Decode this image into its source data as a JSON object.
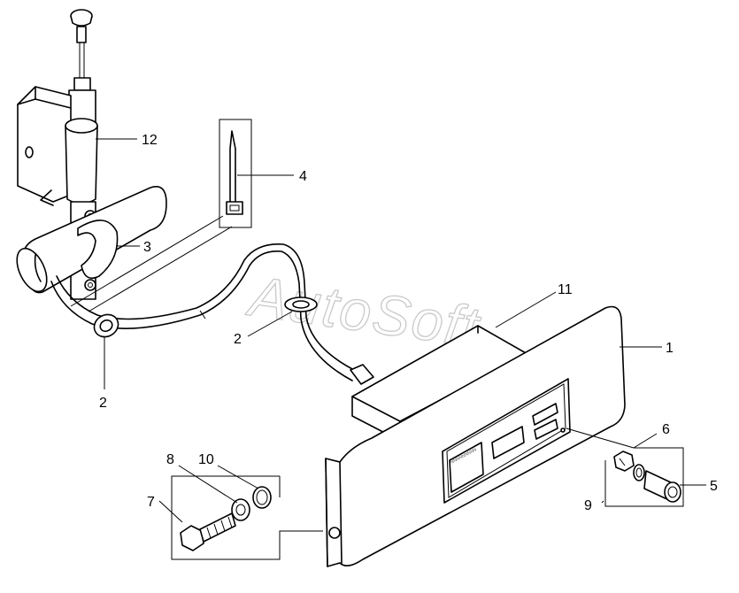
{
  "watermark": "AutoSoft",
  "callouts": [
    {
      "id": "1",
      "text": "1"
    },
    {
      "id": "2a",
      "text": "2"
    },
    {
      "id": "2b",
      "text": "2"
    },
    {
      "id": "3",
      "text": "3"
    },
    {
      "id": "4",
      "text": "4"
    },
    {
      "id": "5",
      "text": "5"
    },
    {
      "id": "6",
      "text": "6"
    },
    {
      "id": "7",
      "text": "7"
    },
    {
      "id": "8",
      "text": "8"
    },
    {
      "id": "9",
      "text": "9"
    },
    {
      "id": "10",
      "text": "10"
    },
    {
      "id": "11",
      "text": "11"
    },
    {
      "id": "12",
      "text": "12"
    }
  ]
}
